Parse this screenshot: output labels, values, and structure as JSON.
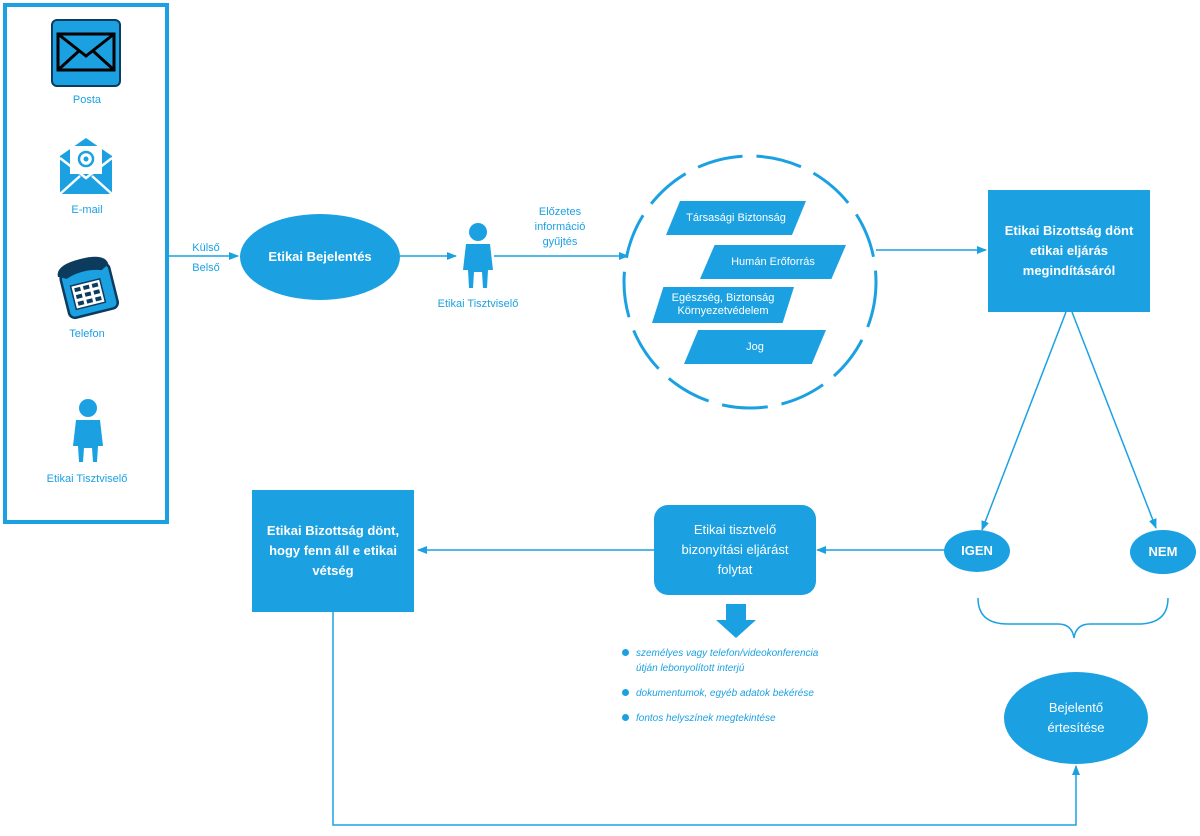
{
  "channels": {
    "posta": "Posta",
    "email": "E-mail",
    "telefon": "Telefon",
    "tisztviselo": "Etikai Tisztviselő"
  },
  "edge_labels": {
    "kulso": "Külső",
    "belso": "Belső",
    "elozetes_l1": "Előzetes",
    "elozetes_l2": "információ",
    "elozetes_l3": "gyűjtés"
  },
  "nodes": {
    "bejelentes": "Etikai Bejelentés",
    "tisztviselo": "Etikai Tisztviselő",
    "dont_eljaras": "Etikai Bizottság dönt etikai eljárás megindításáról",
    "igen": "IGEN",
    "nem": "NEM",
    "bizonyitasi": "Etikai tisztvelő bizonyítási eljárást folytat",
    "dont_vetseg": "Etikai Bizottság dönt, hogy fenn áll e etikai vétség",
    "ertesites": "Bejelentő értesítése"
  },
  "departments": [
    "Társasági Biztonság",
    "Humán Erőforrás",
    "Egészség, Biztonság Környezetvédelem",
    "Jog"
  ],
  "bullets": [
    {
      "line1": "személyes vagy telefon/videokonferencia",
      "line2": "útján lebonyolított interjú"
    },
    {
      "line1": "dokumentumok, egyéb adatok bekérése",
      "line2": ""
    },
    {
      "line1": "fontos helyszínek megtekintése",
      "line2": ""
    }
  ],
  "colors": {
    "accent": "#1ba1e2",
    "dark": "#0d3b5e",
    "text_on_accent": "#ffffff"
  },
  "icons": [
    "envelope-icon",
    "email-at-icon",
    "telephone-icon",
    "person-icon",
    "down-arrow-icon"
  ]
}
